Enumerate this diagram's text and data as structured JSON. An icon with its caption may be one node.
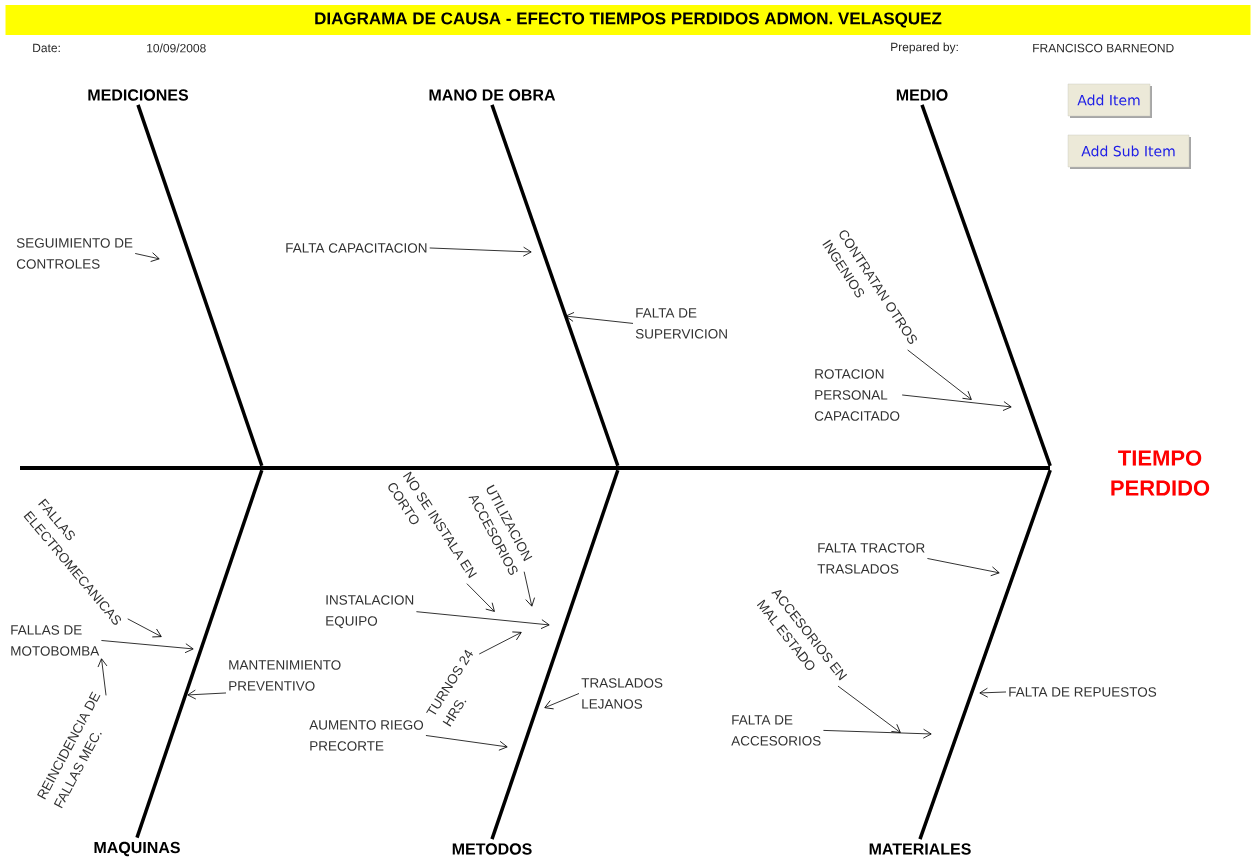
{
  "diagram": {
    "title": "DIAGRAMA DE CAUSA - EFECTO TIEMPOS PERDIDOS ADMON. VELASQUEZ",
    "nodes": [
      {
        "text": [
          "MEDICIONES"
        ]
      },
      {
        "text": [
          "MANO DE OBRA"
        ]
      },
      {
        "text": [
          "MEDIO"
        ]
      },
      {
        "text": [
          "TIEMPO PERDIDO"
        ]
      },
      {
        "text": [
          "MAQUINAS"
        ]
      },
      {
        "text": [
          "METODOS"
        ]
      },
      {
        "text": [
          "MATERIALES"
        ]
      },
      {
        "text": [
          "SEGUIMIENTO DE CONTROLES"
        ]
      },
      {
        "text": [
          "FALTA CAPACITACION"
        ]
      },
      {
        "text": [
          "FALTA DE SUPERVICION"
        ]
      },
      {
        "text": [
          "CONTRATAN OTROS INGENIOS"
        ]
      },
      {
        "text": [
          "ROTACION PERSONAL CAPACITADO"
        ]
      },
      {
        "text": [
          "FALLAS ELECTROMECANICAS"
        ]
      },
      {
        "text": [
          "FALLAS DE MOTOBOMBA"
        ]
      },
      {
        "text": [
          "REINCIDENCIA DE FALLAS MEC."
        ]
      },
      {
        "text": [
          "MANTENIMIENTO PREVENTIVO"
        ]
      },
      {
        "text": [
          "NO SE INSTALA EN CORTO"
        ]
      },
      {
        "text": [
          "UTILIZACION ACCESORIOS"
        ]
      },
      {
        "text": [
          "INSTALACION EQUIPO"
        ]
      },
      {
        "text": [
          "TURNOS 24 HRS."
        ]
      },
      {
        "text": [
          "AUMENTO RIEGO PRECORTE"
        ]
      },
      {
        "text": [
          "TRASLADOS LEJANOS"
        ]
      },
      {
        "text": [
          "FALTA TRACTOR TRASLADOS"
        ]
      },
      {
        "text": [
          "ACCESORIOS EN MAL ESTADO"
        ]
      },
      {
        "text": [
          "FALTA DE ACCESORIOS"
        ]
      },
      {
        "text": [
          "FALTA DE REPUESTOS"
        ]
      },
      {
        "text": [],
        "shape": "bar"
      }
    ],
    "edges": [
      {
        "from": 7,
        "to": null,
        "arrow": "to"
      },
      {
        "from": 8,
        "to": null,
        "arrow": "to"
      },
      {
        "from": 9,
        "to": null,
        "arrow": "to"
      },
      {
        "from": 10,
        "to": null,
        "arrow": "to"
      },
      {
        "from": 11,
        "to": null,
        "arrow": "to"
      },
      {
        "from": 12,
        "to": null,
        "arrow": "to"
      },
      {
        "from": 13,
        "to": null,
        "arrow": "to"
      },
      {
        "from": 14,
        "to": 13,
        "arrow": "to"
      },
      {
        "from": 15,
        "to": null,
        "arrow": "to"
      },
      {
        "from": 16,
        "to": null,
        "arrow": "to"
      },
      {
        "from": 17,
        "to": null,
        "arrow": "to"
      },
      {
        "from": 18,
        "to": null,
        "arrow": "to"
      },
      {
        "from": 19,
        "to": null,
        "arrow": "to"
      },
      {
        "from": 20,
        "to": null,
        "arrow": "to"
      },
      {
        "from": 21,
        "to": null,
        "arrow": "to"
      },
      {
        "from": 22,
        "to": null,
        "arrow": "to"
      },
      {
        "from": 23,
        "to": null,
        "arrow": "to"
      },
      {
        "from": 24,
        "to": null,
        "arrow": "to"
      },
      {
        "from": 25,
        "to": null,
        "arrow": "to"
      },
      {
        "from": 0,
        "to": 26,
        "arrow": "none",
        "style": "thick"
      },
      {
        "from": 1,
        "to": 26,
        "arrow": "none",
        "style": "thick"
      },
      {
        "from": 2,
        "to": 26,
        "arrow": "none",
        "style": "thick"
      },
      {
        "from": 4,
        "to": 26,
        "arrow": "none",
        "style": "thick"
      },
      {
        "from": 5,
        "to": 26,
        "arrow": "none",
        "style": "thick"
      },
      {
        "from": 6,
        "to": 26,
        "arrow": "none",
        "style": "thick"
      }
    ],
    "labels": [
      "Date:",
      "10/09/2008",
      "Prepared by:",
      "FRANCISCO BARNEOND",
      "Add Item",
      "Add Sub Item"
    ]
  }
}
